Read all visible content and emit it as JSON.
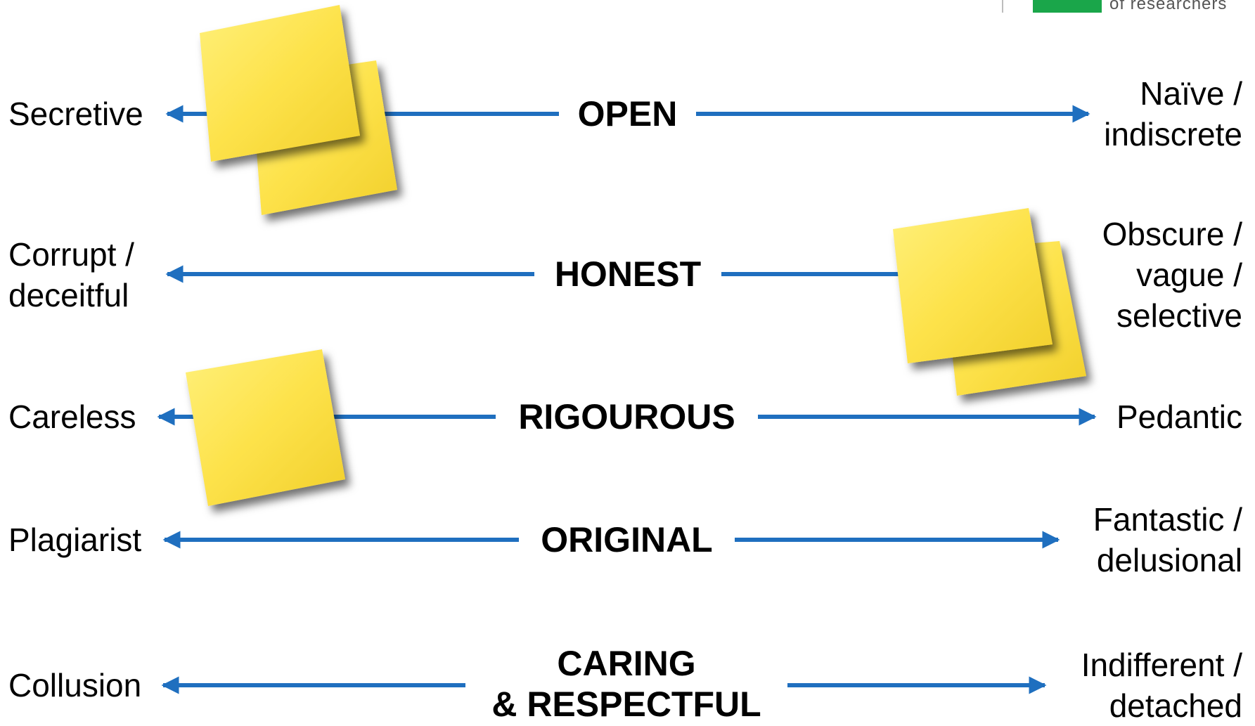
{
  "logo": {
    "text": "of researchers",
    "accent_color": "#1aa64a"
  },
  "arrow_color": "#1f6fbf",
  "note_color": "#fde24a",
  "rows": [
    {
      "value": "OPEN",
      "left": [
        "Secretive"
      ],
      "right": [
        "Naïve /",
        "indiscrete"
      ]
    },
    {
      "value": "HONEST",
      "left": [
        "Corrupt /",
        "deceitful"
      ],
      "right": [
        "Obscure /",
        "vague /",
        "selective"
      ]
    },
    {
      "value": "RIGOUROUS",
      "left": [
        "Careless"
      ],
      "right": [
        "Pedantic"
      ]
    },
    {
      "value": "ORIGINAL",
      "left": [
        "Plagiarist"
      ],
      "right": [
        "Fantastic /",
        "delusional"
      ]
    },
    {
      "value": [
        "CARING",
        "& RESPECTFUL"
      ],
      "left": [
        "Collusion"
      ],
      "right": [
        "Indifferent /",
        "detached"
      ]
    }
  ]
}
